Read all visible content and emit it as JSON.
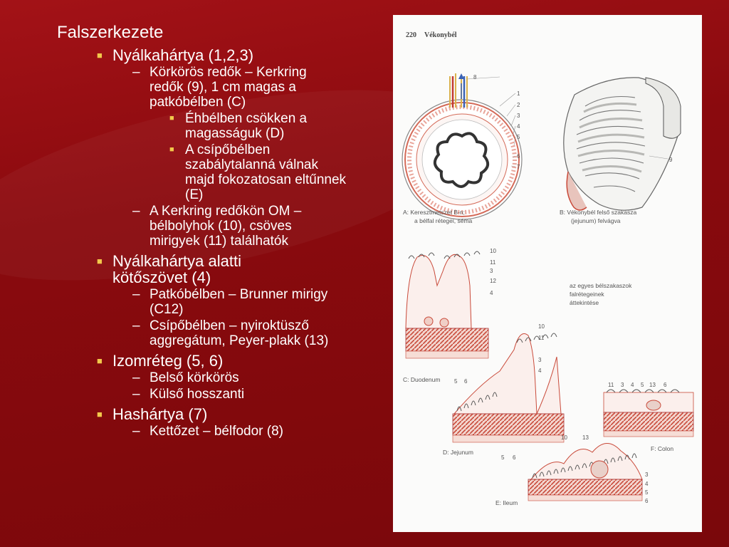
{
  "slide": {
    "title": "Falszerkezete",
    "sections": [
      {
        "label": "Nyálkahártya (1,2,3)",
        "items": [
          {
            "label": "Körkörös redők – Kerkring redők (9), 1 cm magas a patkóbélben (C)",
            "subitems": [
              "Éhbélben csökken a magasságuk (D)",
              "A csípőbélben szabálytalanná válnak majd fokozatosan eltűnnek (E)"
            ]
          },
          {
            "label": "A Kerkring redőkön OM – bélbolyhok (10), csöves mirigyek (11) találhatók"
          }
        ]
      },
      {
        "label": "Nyálkahártya alatti kötőszövet (4)",
        "items": [
          {
            "label": "Patkóbélben – Brunner mirigy (C12)"
          },
          {
            "label": "Csípőbélben – nyiroktüsző aggregátum, Peyer-plakk (13)"
          }
        ]
      },
      {
        "label": "Izomréteg (5, 6)",
        "items": [
          {
            "label": "Belső körkörös"
          },
          {
            "label": "Külső hosszanti"
          }
        ]
      },
      {
        "label": "Hashártya (7)",
        "items": [
          {
            "label": "Kettőzet – bélfodor (8)"
          }
        ]
      }
    ]
  },
  "figure": {
    "header_page": "220",
    "header_title": "Vékonybél",
    "caption_a_1": "A: Keresztmetszet B-n;",
    "caption_a_2": "a bélfal rétegei, séma",
    "caption_b_1": "B: Vékonybél felső szakasza",
    "caption_b_2": "(jejunum) felvágva",
    "note_1": "az egyes bélszakaszok",
    "note_2": "falrétegeinek",
    "note_3": "áttekintése",
    "label_c": "C: Duodenum",
    "label_d": "D: Jejunum",
    "label_e": "E: Ileum",
    "label_f": "F: Colon",
    "num_8": "8",
    "num_9": "9",
    "num_10": "10",
    "num_11": "11",
    "num_12": "12",
    "num_13": "13",
    "num_1": "1",
    "num_2": "2",
    "num_3": "3",
    "num_4": "4",
    "num_5": "5",
    "num_6": "6",
    "num_7": "7"
  },
  "colors": {
    "background": "#8e0b0f",
    "text": "#ffffff",
    "bullet": "#f2c84b",
    "figure_bg": "#fbfbfa",
    "muscle": "#c94a3a"
  }
}
